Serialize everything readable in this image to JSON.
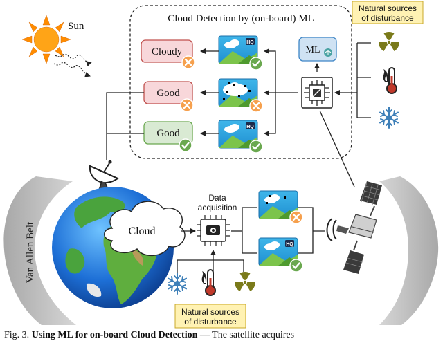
{
  "title": "Cloud Detection by (on-board) ML",
  "sun_label": "Sun",
  "disturbance_top": [
    "Natural sources",
    "of disturbance"
  ],
  "disturbance_bottom": [
    "Natural sources",
    "of disturbance"
  ],
  "ml_label": "ML",
  "results": [
    {
      "label": "Cloudy",
      "status": "x"
    },
    {
      "label": "Good",
      "status": "x"
    },
    {
      "label": "Good",
      "status": "check"
    }
  ],
  "cloud_label": "Cloud",
  "data_acquisition": [
    "Data",
    "acquisition"
  ],
  "belt_label": "Van Allen Belt",
  "hq_badge": "HQ",
  "caption_prefix": "Fig. 3.",
  "caption_bold": "Using ML for on-board Cloud Detection",
  "caption_rest": "— The satellite acquires",
  "colors": {
    "red_fill": "#f8d7da",
    "red_stroke": "#c0504d",
    "green_fill": "#d9ead3",
    "green_stroke": "#6aa84f",
    "blue_fill": "#cfe2f3",
    "blue_stroke": "#3d85c6",
    "x_badge": "#f6a04d",
    "check_badge": "#6aa84f"
  }
}
